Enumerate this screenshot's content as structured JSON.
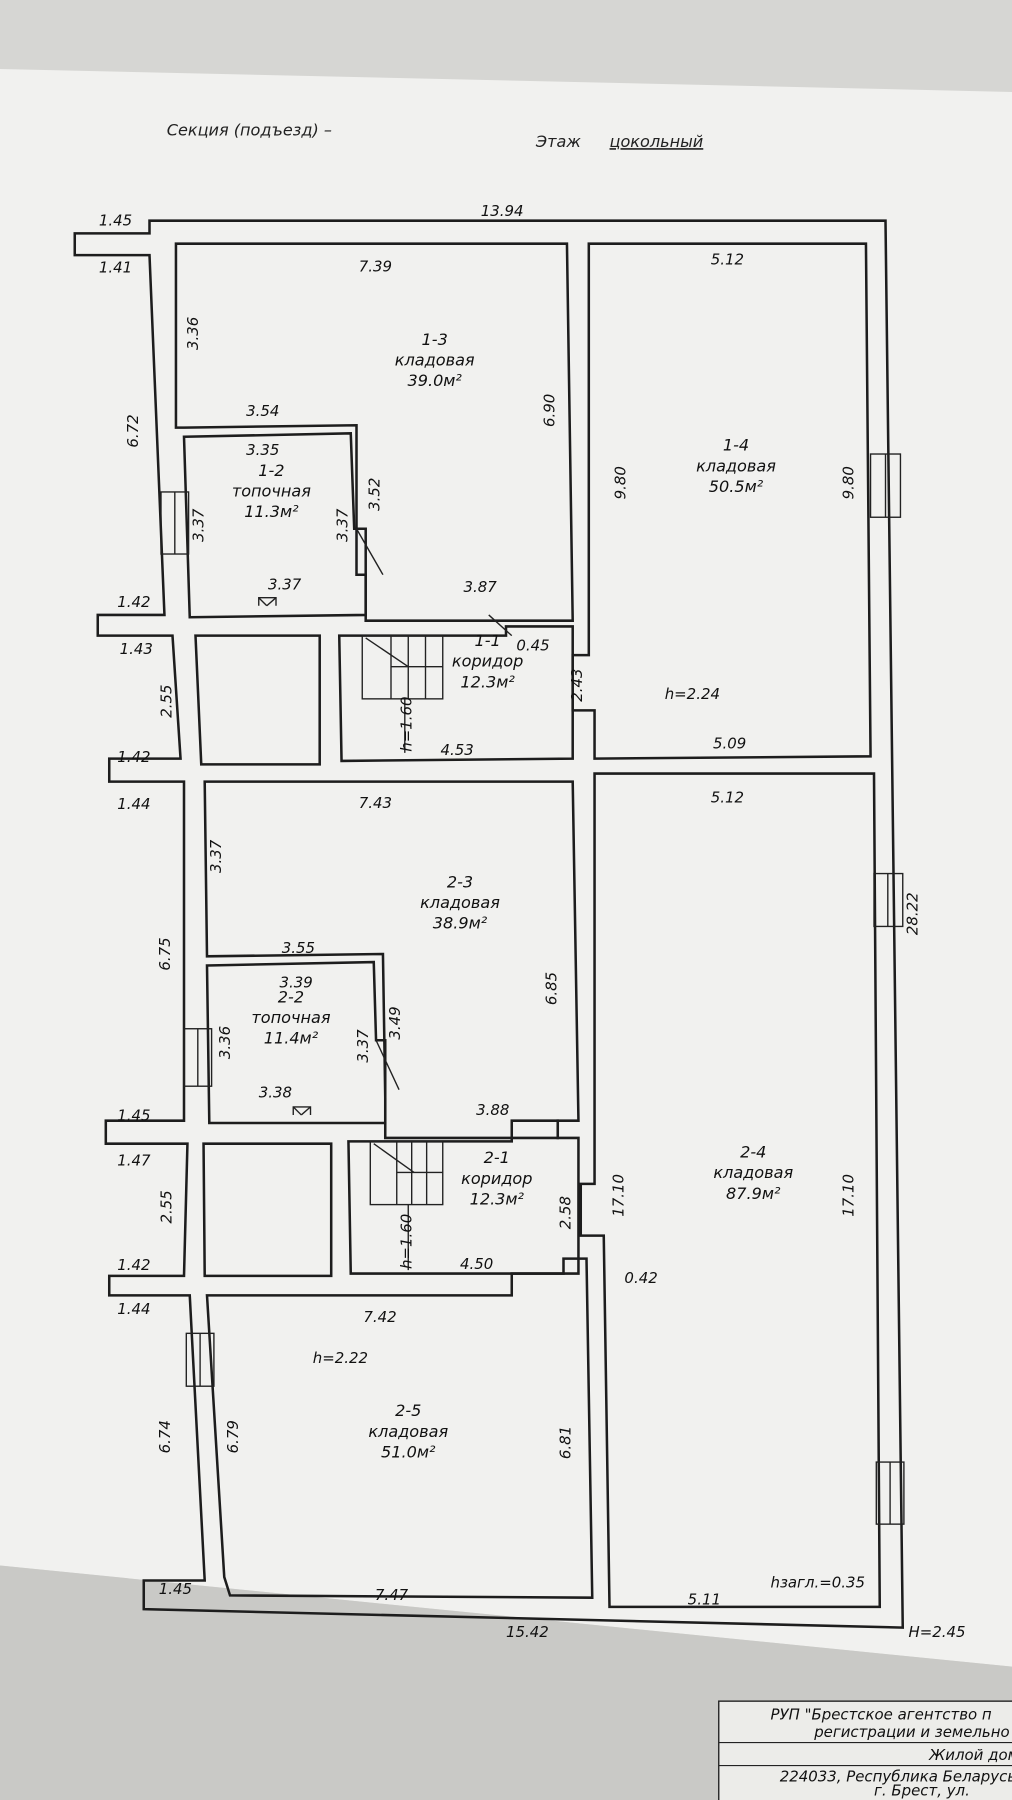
{
  "header": {
    "section_label": "Секция (подъезд) –",
    "floor_label": "Этаж",
    "floor_value": "цокольный"
  },
  "rooms": [
    {
      "number": "1-3",
      "name": "кладовая",
      "area": "39.0м²"
    },
    {
      "number": "1-2",
      "name": "топочная",
      "area": "11.3м²"
    },
    {
      "number": "1-4",
      "name": "кладовая",
      "area": "50.5м²"
    },
    {
      "number": "1-1",
      "name": "коридор",
      "area": "12.3м²"
    },
    {
      "number": "2-3",
      "name": "кладовая",
      "area": "38.9м²"
    },
    {
      "number": "2-2",
      "name": "топочная",
      "area": "11.4м²"
    },
    {
      "number": "2-1",
      "name": "коридор",
      "area": "12.3м²"
    },
    {
      "number": "2-4",
      "name": "кладовая",
      "area": "87.9м²"
    },
    {
      "number": "2-5",
      "name": "кладовая",
      "area": "51.0м²"
    }
  ],
  "dimensions": [
    "1.45",
    "13.94",
    "1.41",
    "7.39",
    "5.12",
    "3.36",
    "6.72",
    "3.54",
    "3.35",
    "6.90",
    "9.80",
    "9.80",
    "3.37",
    "3.37",
    "3.52",
    "3.37",
    "3.87",
    "1.42",
    "1.43",
    "0.45",
    "2.55",
    "2.43",
    "h=1.60",
    "4.53",
    "5.09",
    "1.42",
    "1.44",
    "7.43",
    "5.12",
    "3.37",
    "6.75",
    "3.55",
    "3.39",
    "6.85",
    "28.22",
    "3.36",
    "3.37",
    "3.49",
    "3.38",
    "3.88",
    "1.45",
    "1.47",
    "2.55",
    "2.58",
    "17.10",
    "17.10",
    "h=1.60",
    "4.50",
    "0.42",
    "1.42",
    "1.44",
    "7.42",
    "h=2.22",
    "6.74",
    "6.79",
    "6.81",
    "1.45",
    "7.47",
    "5.11",
    "15.42",
    "h=2.24",
    "hзагл.=0.35",
    "H=2.45"
  ],
  "stamp": {
    "lines": [
      "РУП \"Брестское агентство п",
      "регистрации и земельно",
      "Жилой дом",
      "224033, Республика Беларусь",
      "г. Брест, ул."
    ]
  }
}
